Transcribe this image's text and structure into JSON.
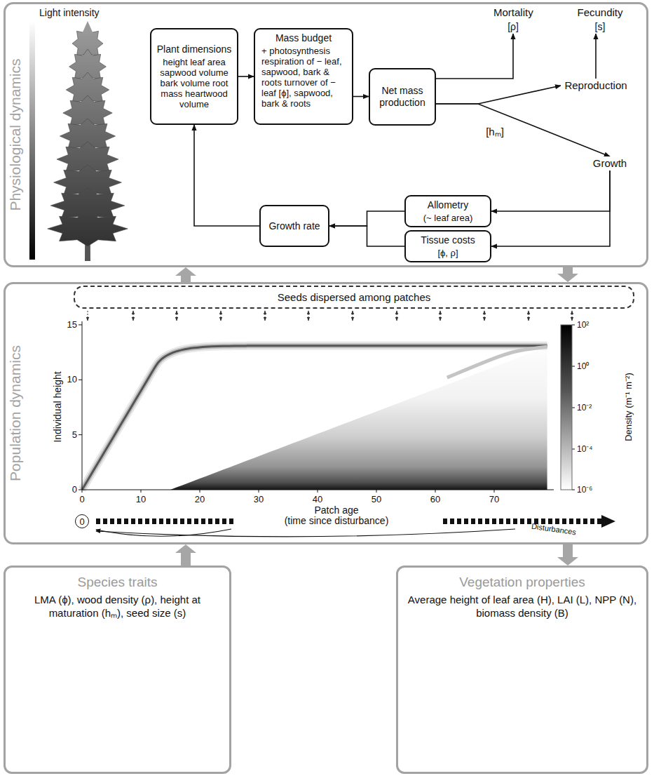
{
  "diagram": {
    "nodes": [
      {
        "text": [
          "Physiological dynamics"
        ]
      },
      {
        "text": [
          "Plant dimensions",
          "height leaf area sapwood volume bark volume root mass heartwood volume"
        ],
        "in": 0
      },
      {
        "text": [
          "Mass budget",
          "+ photosynthesis respiration of − leaf, sapwood, bark & roots turnover of − leaf [ϕ], sapwood, bark & roots"
        ],
        "in": 0
      },
      {
        "text": [
          "Net mass production"
        ],
        "in": 0
      },
      {
        "text": [
          "Allometry",
          "(~ leaf area)"
        ],
        "in": 0
      },
      {
        "text": [
          "Tissue costs",
          "[ϕ, ρ]"
        ],
        "in": 0
      },
      {
        "text": [
          "Growth rate"
        ],
        "in": 0
      },
      {
        "text": [
          "Mortality",
          "[ρ]"
        ],
        "in": 0
      },
      {
        "text": [
          "Fecundity",
          "[s]"
        ],
        "in": 0
      },
      {
        "text": [
          "Reproduction"
        ],
        "in": 0
      },
      {
        "text": [
          "Growth"
        ],
        "in": 0
      },
      {
        "text": [
          "Population dynamics"
        ]
      },
      {
        "text": [
          "Seeds dispersed among patches"
        ],
        "in": 11
      },
      {
        "text": [
          "0"
        ],
        "in": 11
      },
      {
        "text": [
          "Species traits",
          "LMA (ϕ), wood density (ρ), height at maturation (hₘ), seed size (s)"
        ]
      },
      {
        "text": [
          "Vegetation properties",
          "Average height of leaf area (H), LAI (L), NPP (N), biomass density (B)"
        ]
      }
    ],
    "edges": [
      {
        "from": 1,
        "to": 2,
        "arrow": "to"
      },
      {
        "from": 2,
        "to": 3,
        "arrow": "to"
      },
      {
        "from": 3,
        "to": 7,
        "arrow": "to"
      },
      {
        "from": 3,
        "to": 9,
        "arrow": "to"
      },
      {
        "from": 9,
        "to": 8,
        "arrow": "to"
      },
      {
        "from": 3,
        "to": 10,
        "arrow": "to"
      },
      {
        "from": 10,
        "to": 4,
        "arrow": "to"
      },
      {
        "from": 10,
        "to": 5,
        "arrow": "to"
      },
      {
        "from": 4,
        "to": 6,
        "arrow": "to"
      },
      {
        "from": 5,
        "to": 6,
        "arrow": "to"
      },
      {
        "from": 6,
        "to": 1,
        "arrow": "to"
      },
      {
        "from": 11,
        "to": 0,
        "arrow": "to"
      },
      {
        "from": 0,
        "to": 11,
        "arrow": "to"
      },
      {
        "from": 14,
        "to": 11,
        "arrow": "to"
      },
      {
        "from": 11,
        "to": 15,
        "arrow": "to"
      }
    ],
    "labels": [
      "Light intensity",
      "[hₘ]",
      "15",
      "10",
      "5",
      "0",
      "0",
      "10",
      "20",
      "30",
      "40",
      "50",
      "60",
      "70",
      "Individual height",
      "Patch age",
      "(time since disturbance)",
      "Disturbances",
      "Density (m⁻¹ m⁻²)",
      "10²",
      "10⁰",
      "10⁻²",
      "10⁻⁴",
      "10⁻⁶"
    ]
  }
}
